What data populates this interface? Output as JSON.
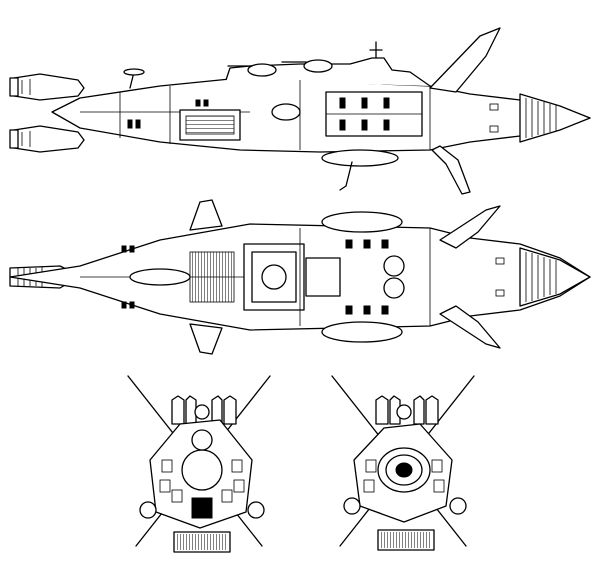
{
  "sheet": {
    "background": "#ffffff",
    "line_color": "#000000",
    "views": [
      "side",
      "top",
      "front",
      "rear"
    ]
  }
}
